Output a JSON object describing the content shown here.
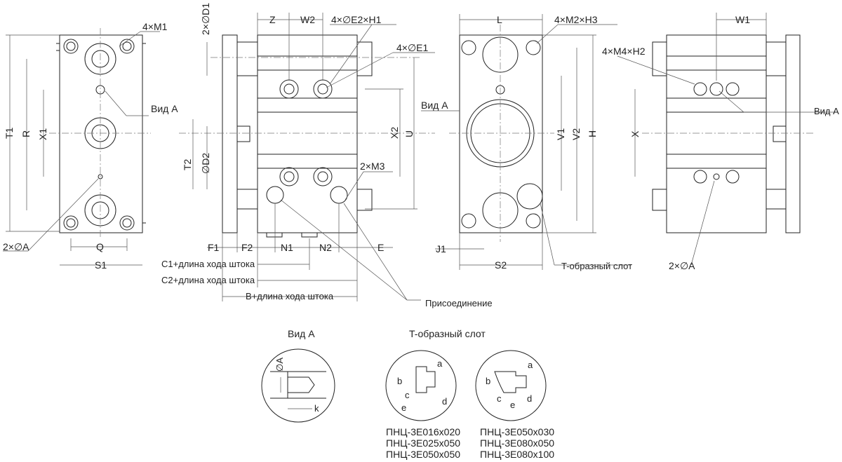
{
  "view_side": {
    "m1": "4×M1",
    "t1": "T1",
    "r": "R",
    "x1": "X1",
    "view_a": "Вид А",
    "a": "2×∅A",
    "q": "Q",
    "s1": "S1"
  },
  "view_front": {
    "d1": "2×∅D1",
    "z": "Z",
    "w2": "W2",
    "e2h1": "4×∅E2×H1",
    "e1": "4×∅E1",
    "x2": "X2",
    "u": "U",
    "t2": "T2",
    "d2": "∅D2",
    "m3": "2×M3",
    "f1": "F1",
    "f2": "F2",
    "n1": "N1",
    "n2": "N2",
    "e": "E",
    "c1": "C1+длина хода штока",
    "c2": "C2+длина хода штока",
    "b": "B+длина хода штока",
    "port": "Присоединение"
  },
  "view_end": {
    "l": "L",
    "m2h3": "4×M2×H3",
    "view_a": "Вид А",
    "v1": "V1",
    "v2": "V2",
    "h": "H",
    "j1": "J1",
    "s2": "S2",
    "tslot": "T-образный слот"
  },
  "view_back": {
    "w1": "W1",
    "m4h2": "4×M4×H2",
    "view_a": "Вид А",
    "x": "X",
    "a": "2×∅A"
  },
  "detail_a": {
    "title": "Вид А",
    "a": "∅A",
    "k": "k"
  },
  "detail_slot": {
    "title": "T-образный слот",
    "labels": [
      "a",
      "b",
      "c",
      "d",
      "e"
    ],
    "models_left": [
      "ПНЦ-3E016x020",
      "ПНЦ-3E025x050",
      "ПНЦ-3E050x050"
    ],
    "models_right": [
      "ПНЦ-3E050x030",
      "ПНЦ-3E080x050",
      "ПНЦ-3E080x100"
    ]
  }
}
